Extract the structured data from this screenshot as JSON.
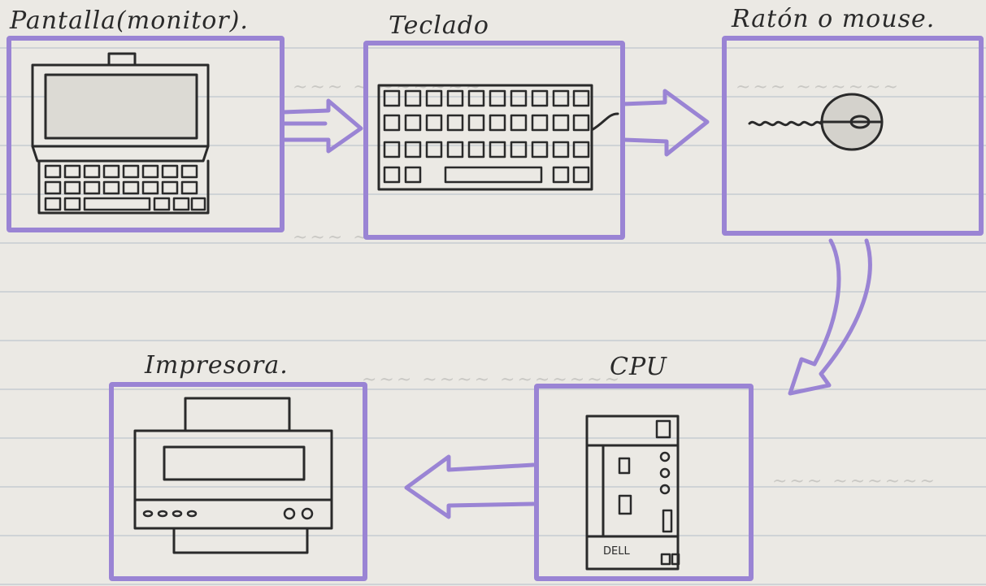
{
  "nodes": {
    "monitor": {
      "label": "Pantalla(monitor)."
    },
    "keyboard": {
      "label": "Teclado"
    },
    "mouse": {
      "label": "Ratón o mouse."
    },
    "cpu": {
      "label": "CPU",
      "brand": "DELL"
    },
    "printer": {
      "label": "Impresora."
    }
  },
  "flow": [
    "monitor",
    "keyboard",
    "mouse",
    "cpu",
    "printer"
  ],
  "colors": {
    "box_outline": "#9a84d4",
    "ink": "#2a2a2a",
    "paper": "#ebe9e4",
    "rule_line": "#cfd3d6"
  }
}
